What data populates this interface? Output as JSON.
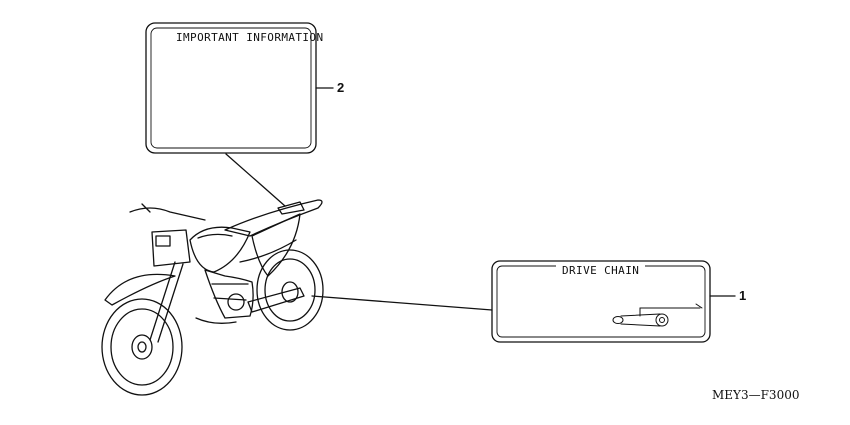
{
  "labels": {
    "important_information": {
      "title": "IMPORTANT INFORMATION",
      "callout": "2"
    },
    "drive_chain": {
      "title": "DRIVE CHAIN",
      "callout": "1"
    }
  },
  "figure_code": "MEY3—F3000",
  "colors": {
    "line": "#111111",
    "background": "#ffffff"
  }
}
